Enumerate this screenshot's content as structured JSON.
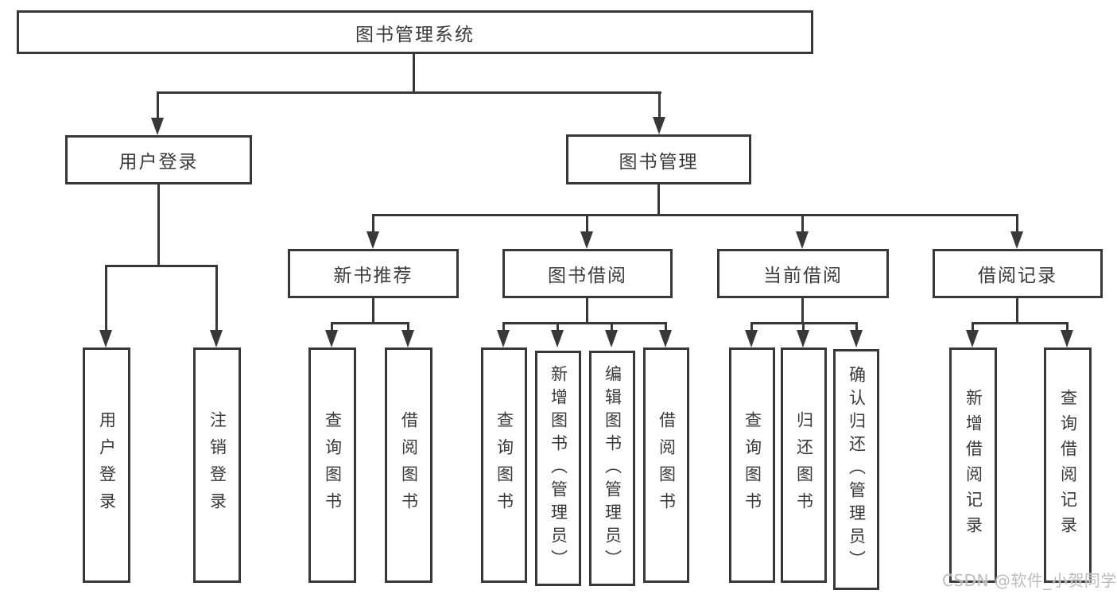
{
  "diagram": {
    "root": {
      "label": "图书管理系统"
    },
    "level2": [
      {
        "label": "用户登录"
      },
      {
        "label": "图书管理"
      }
    ],
    "level3": [
      {
        "label": "新书推荐"
      },
      {
        "label": "图书借阅"
      },
      {
        "label": "当前借阅"
      },
      {
        "label": "借阅记录"
      }
    ],
    "leaves": {
      "user_login": [
        {
          "label": "用户登录"
        },
        {
          "label": "注销登录"
        }
      ],
      "new_book": [
        {
          "label": "查询图书"
        },
        {
          "label": "借阅图书"
        }
      ],
      "book_borrow": [
        {
          "label": "查询图书"
        },
        {
          "label": "新增图书（管理员）"
        },
        {
          "label": "编辑图书（管理员）"
        },
        {
          "label": "借阅图书"
        }
      ],
      "current_borrow": [
        {
          "label": "查询图书"
        },
        {
          "label": "归还图书"
        },
        {
          "label": "确认归还（管理员）"
        }
      ],
      "borrow_record": [
        {
          "label": "新增借阅记录"
        },
        {
          "label": "查询借阅记录"
        }
      ]
    },
    "watermark": "CSDN @软件_小贺同学",
    "colors": {
      "line": "#383838",
      "text": "#3a3a3a",
      "watermark": "#bdbdbd",
      "background": "#ffffff"
    }
  }
}
